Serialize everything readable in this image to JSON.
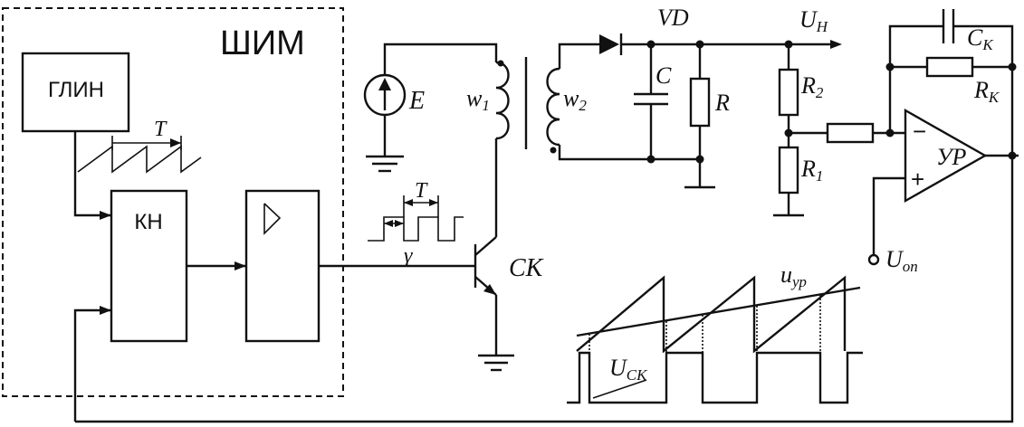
{
  "pwm_block": {
    "label": "ШИМ"
  },
  "blocks": {
    "generator": "ГЛИН",
    "comparator": "КН"
  },
  "labels": {
    "period_top": "T",
    "period_pulse": "T",
    "duty": "γ",
    "source": "E",
    "winding1": "w",
    "winding1_sub": "1",
    "winding2": "w",
    "winding2_sub": "2",
    "diode": "VD",
    "capacitor": "C",
    "load": "R",
    "output": "U",
    "output_sub": "Н",
    "r2": "R",
    "r2_sub": "2",
    "r1": "R",
    "r1_sub": "1",
    "ck": "C",
    "ck_sub": "К",
    "rk": "R",
    "rk_sub": "К",
    "amp": "УР",
    "amp_minus": "−",
    "amp_plus": "+",
    "uop": "U",
    "uop_sub": "оп",
    "switch": "СК",
    "uyr": "u",
    "uyr_sub": "ур",
    "uck": "U",
    "uck_sub": "СК"
  }
}
